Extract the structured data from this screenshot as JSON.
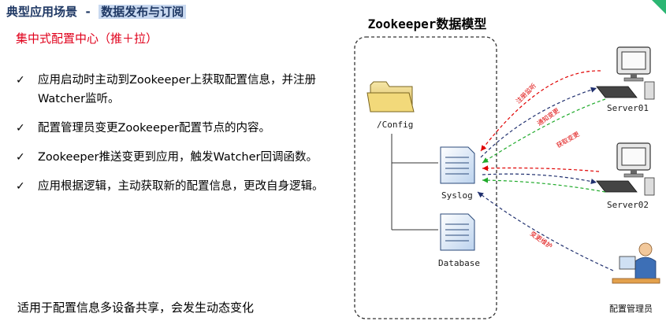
{
  "header": {
    "title_prefix": "典型应用场景  -  ",
    "title_highlight": "数据发布与订阅",
    "subtitle": "集中式配置中心（推＋拉）"
  },
  "bullets": [
    {
      "check": "✓",
      "text": "应用启动时主动到Zookeeper上获取配置信息，并注册Watcher监听。"
    },
    {
      "check": "✓",
      "text": "配置管理员变更Zookeeper配置节点的内容。"
    },
    {
      "check": "✓",
      "text": "Zookeeper推送变更到应用，触发Watcher回调函数。"
    },
    {
      "check": "✓",
      "text": "应用根据逻辑，主动获取新的配置信息，更改自身逻辑。"
    }
  ],
  "footer": "适用于配置信息多设备共享，会发生动态变化",
  "diagram": {
    "title": "Zookeeper数据模型",
    "nodes": {
      "config": "/Config",
      "syslog": "Syslog",
      "database": "Database"
    },
    "servers": {
      "server1": "Server01",
      "server2": "Server02",
      "admin": "配置管理员"
    },
    "arrows": {
      "register": "注册监听",
      "notify": "通知变更",
      "fetch": "获取变更",
      "modify": "变更维护"
    }
  },
  "colors": {
    "title": "#1f3864",
    "highlight_bg": "#c9d9f0",
    "subtitle": "#e0001b",
    "arrow_red": "#e00000",
    "arrow_blue": "#1f2f6e",
    "arrow_green": "#1faa2a"
  }
}
